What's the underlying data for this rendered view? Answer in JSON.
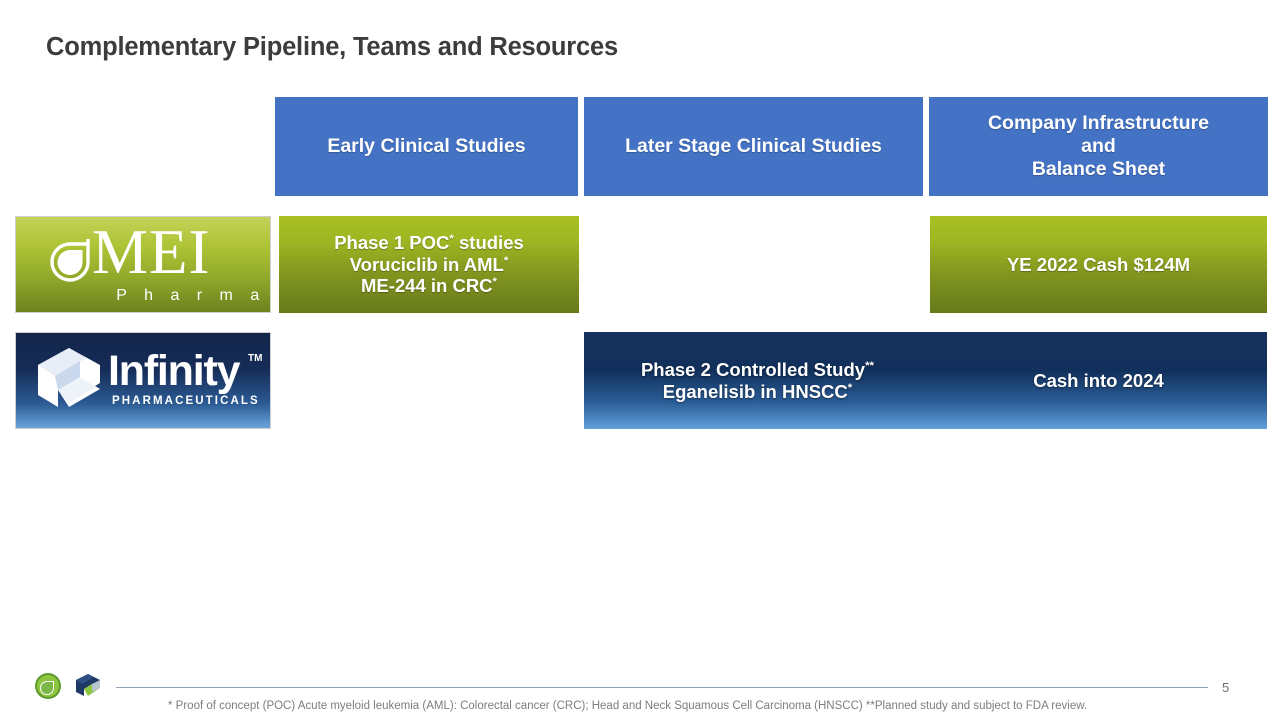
{
  "slide": {
    "title": "Complementary Pipeline, Teams and Resources",
    "page_number": "5",
    "footnote": "* Proof of concept (POC) Acute myeloid leukemia (AML): Colorectal cancer (CRC); Head and Neck Squamous Cell Carcinoma (HNSCC)   **Planned study and subject to FDA review."
  },
  "colors": {
    "header_blue": "#4472C4",
    "green_top": "#A9C023",
    "green_bottom": "#667A1B",
    "navy_top": "#16325C",
    "navy_bottom": "#62A0DB",
    "title_gray": "#3c3c3c",
    "footnote_gray": "#7d7d7d",
    "rule_gray": "#8fa3b8"
  },
  "columns": [
    {
      "id": "early",
      "label": "Early Clinical Studies"
    },
    {
      "id": "later",
      "label": "Later Stage Clinical Studies"
    },
    {
      "id": "infra",
      "label_line1": "Company Infrastructure",
      "label_line2": "and",
      "label_line3": "Balance Sheet"
    }
  ],
  "rows": [
    {
      "id": "mei",
      "logo": {
        "name": "MEI Pharma",
        "wordmark": "MEI",
        "subtext": "P h a r m a"
      },
      "early": {
        "line1": "Phase 1 POC",
        "line1_sup": "*",
        "line1_tail": " studies",
        "line2": "Voruciclib in AML",
        "line2_sup": "*",
        "line3": "ME-244 in CRC",
        "line3_sup": "*"
      },
      "later": null,
      "infra": {
        "line1": "YE 2022 Cash $124M"
      }
    },
    {
      "id": "infinity",
      "logo": {
        "name": "Infinity Pharmaceuticals",
        "wordmark": "Infinity",
        "trademark": "TM",
        "subtext": "PHARMACEUTICALS"
      },
      "early": null,
      "later": {
        "line1": "Phase 2 Controlled Study",
        "line1_sup": "**",
        "line2": "Eganelisib in HNSCC",
        "line2_sup": "*"
      },
      "infra": {
        "line1": "Cash into 2024"
      }
    }
  ]
}
